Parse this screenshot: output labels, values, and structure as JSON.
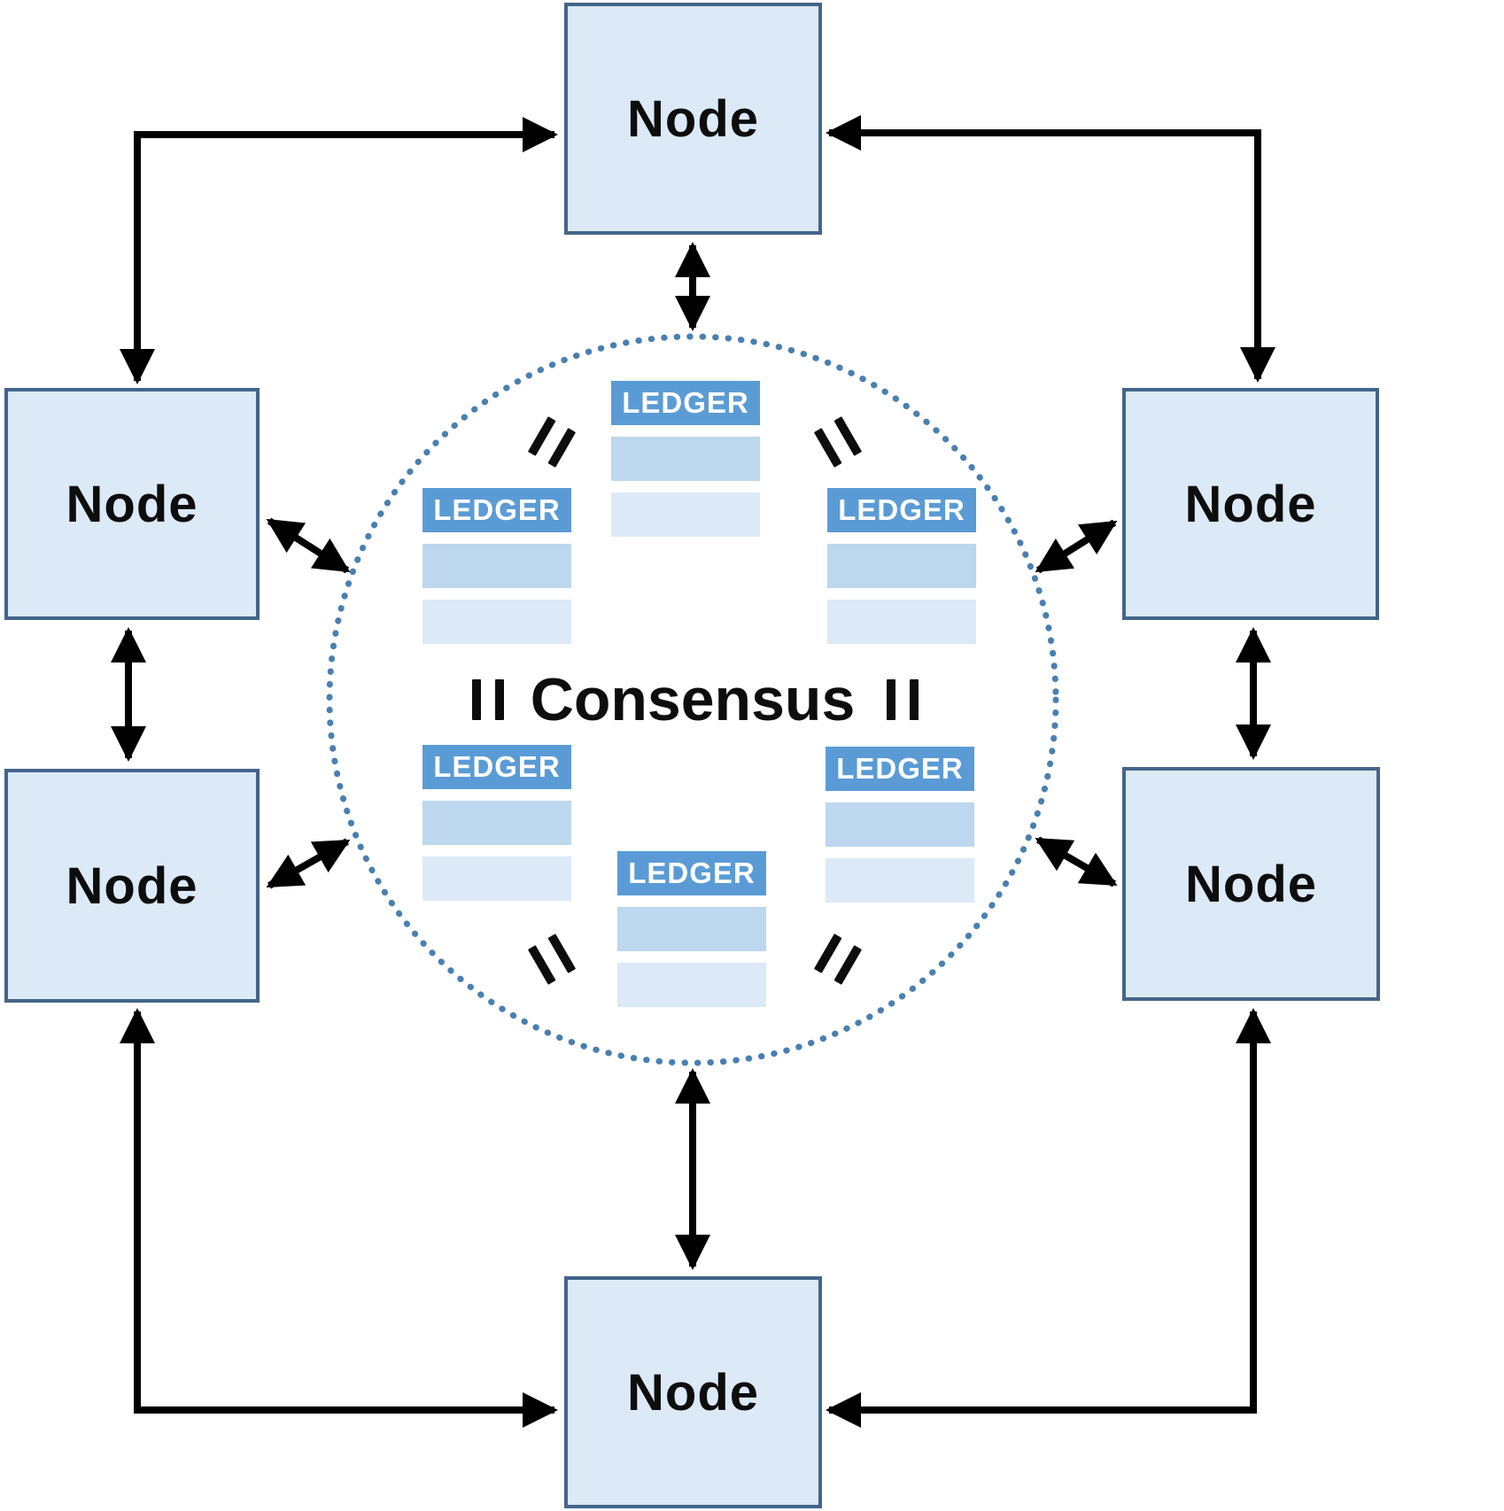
{
  "diagram": {
    "consensus_label": "Consensus",
    "nodes": [
      {
        "id": "top",
        "label": "Node"
      },
      {
        "id": "upper-left",
        "label": "Node"
      },
      {
        "id": "upper-right",
        "label": "Node"
      },
      {
        "id": "lower-left",
        "label": "Node"
      },
      {
        "id": "lower-right",
        "label": "Node"
      },
      {
        "id": "bottom",
        "label": "Node"
      }
    ],
    "ledgers": [
      {
        "id": "top",
        "label": "LEDGER"
      },
      {
        "id": "upper-left",
        "label": "LEDGER"
      },
      {
        "id": "upper-right",
        "label": "LEDGER"
      },
      {
        "id": "lower-left",
        "label": "LEDGER"
      },
      {
        "id": "lower-right",
        "label": "LEDGER"
      },
      {
        "id": "bottom",
        "label": "LEDGER"
      }
    ],
    "symbols": {
      "equals": "="
    },
    "colors": {
      "node_fill": "#dce9f7",
      "node_border": "#44658a",
      "ledger_header": "#5b9bd5",
      "ledger_row_primary": "#bdd7ee",
      "ledger_row_secondary": "#dce9f7",
      "consensus_circle": "#4a7fb0",
      "arrow": "#000000"
    }
  }
}
